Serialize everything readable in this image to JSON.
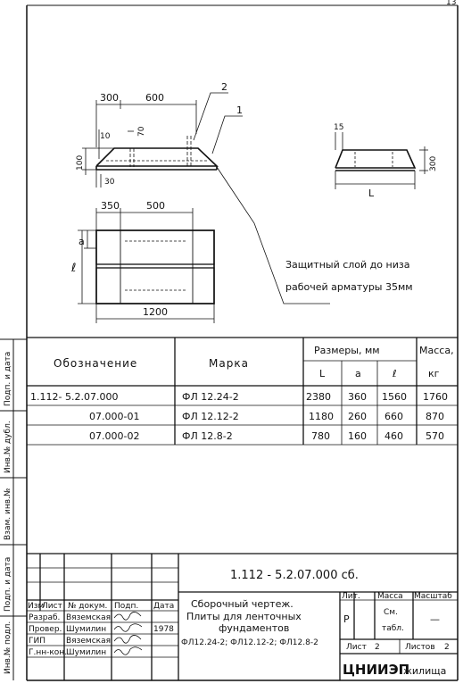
{
  "page_corner": "13",
  "drawing": {
    "front_dims": {
      "d300": "300",
      "d600": "600",
      "d10": "10",
      "d70": "70",
      "d100": "100",
      "d30": "30"
    },
    "leaders": {
      "l2": "2",
      "l1": "1"
    },
    "side_dims": {
      "d15": "15",
      "d300": "300",
      "L": "L"
    },
    "plan_dims": {
      "d350": "350",
      "d500": "500",
      "a": "a",
      "l": "ℓ",
      "d1200": "1200"
    },
    "note_line1": "Защитный слой до низа",
    "note_line2": "рабочей арматуры 35мм"
  },
  "spec_table": {
    "headers": {
      "designation": "Обозначение",
      "mark": "Марка",
      "sizes": "Размеры, мм",
      "mass": "Масса,",
      "L": "L",
      "a": "a",
      "l": "ℓ",
      "kg": "кг"
    },
    "rows": [
      {
        "designation": "1.112- 5.2.07.000",
        "mark": "ФЛ 12.24-2",
        "L": "2380",
        "a": "360",
        "l": "1560",
        "mass": "1760"
      },
      {
        "designation": "07.000-01",
        "mark": "ФЛ 12.12-2",
        "L": "1180",
        "a": "260",
        "l": "660",
        "mass": "870"
      },
      {
        "designation": "07.000-02",
        "mark": "ФЛ 12.8-2",
        "L": "780",
        "a": "160",
        "l": "460",
        "mass": "570"
      }
    ]
  },
  "side_stamp": {
    "inv_podl": "Инв.№ подл.",
    "podp_data_1": "Подп. и дата",
    "vzam_inv": "Взам. инв.№",
    "inv_dubl": "Инв.№ дубл.",
    "podp_data_2": "Подп. и дата"
  },
  "title_block": {
    "code": "1.112 - 5.2.07.000 сб.",
    "headers": {
      "izm": "Изм",
      "list": "Лист",
      "doc": "№ докум.",
      "podp": "Подп.",
      "data": "Дата"
    },
    "roles": [
      {
        "role": "Разраб.",
        "name": "Вяземская",
        "date": ""
      },
      {
        "role": "Провер.",
        "name": "Шумилин",
        "date": "1978"
      },
      {
        "role": "ГИП",
        "name": "Вяземская",
        "date": ""
      },
      {
        "role": "Г.нн-кон.",
        "name": "Шумилин",
        "date": ""
      }
    ],
    "title_l1": "Сборочный чертеж.",
    "title_l2": "Плиты для ленточных",
    "title_l3": "фундаментов",
    "title_l4": "ФЛ12.24-2; ФЛ12.12-2; ФЛ12.8-2",
    "lit_label": "Лит.",
    "lit_value": "Р",
    "massa_label": "Масса",
    "massa_value_1": "См.",
    "massa_value_2": "табл.",
    "masshtab_label": "Масштаб",
    "masshtab_value": "—",
    "sheet_label": "Лист",
    "sheet_value": "2",
    "sheets_label": "Листов",
    "sheets_value": "2",
    "org": "ЦНИИЭП",
    "org_sub": "жилища"
  }
}
